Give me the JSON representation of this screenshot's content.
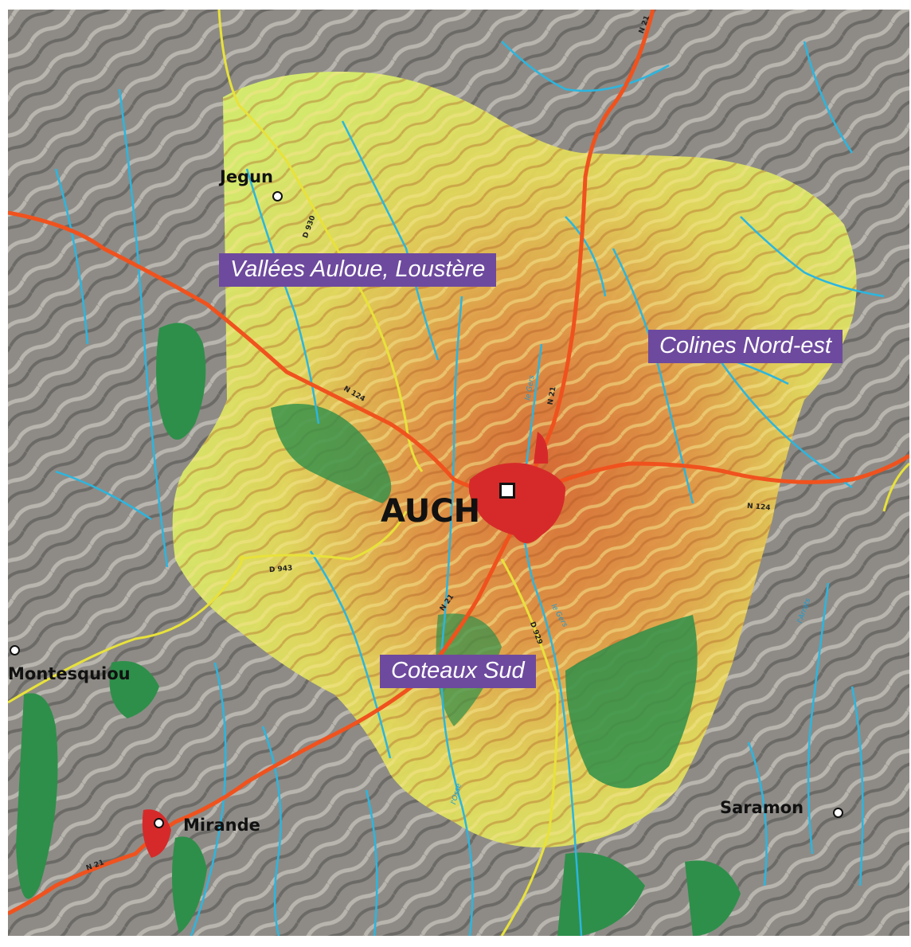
{
  "zones": {
    "vallees": "Vallées Auloue, Loustère",
    "colines": "Colines Nord-est",
    "coteaux": "Coteaux Sud"
  },
  "towns": {
    "auch": "AUCH",
    "jegun": "Jegun",
    "montesquiou": "Montesquiou",
    "mirande": "Mirande",
    "saramon": "Saramon"
  },
  "roads": {
    "n21_top": "N 21",
    "n124_west": "N 124",
    "n21_north": "N 21",
    "n124_east": "N 124",
    "d943": "D 943",
    "n21_south": "N 21",
    "d929": "D 929",
    "d930": "D 930",
    "n21_mirande": "N 21"
  },
  "rivers": {
    "gers_north": "le Gers",
    "gers_south": "le Gers",
    "arrats": "l'Arrats",
    "osse": "l'Osse"
  },
  "colors": {
    "relief_grey": "#8e8b86",
    "zone_yellow": "#e6f06a",
    "relief_orange": "#d97a3a",
    "forest_green": "#2e8f4a",
    "river_blue": "#2bb6e0",
    "national_road": "#f0521e",
    "departmental_road": "#e8e23a",
    "urban_red": "#d62a2a",
    "label_purple": "#6e4a9e"
  }
}
